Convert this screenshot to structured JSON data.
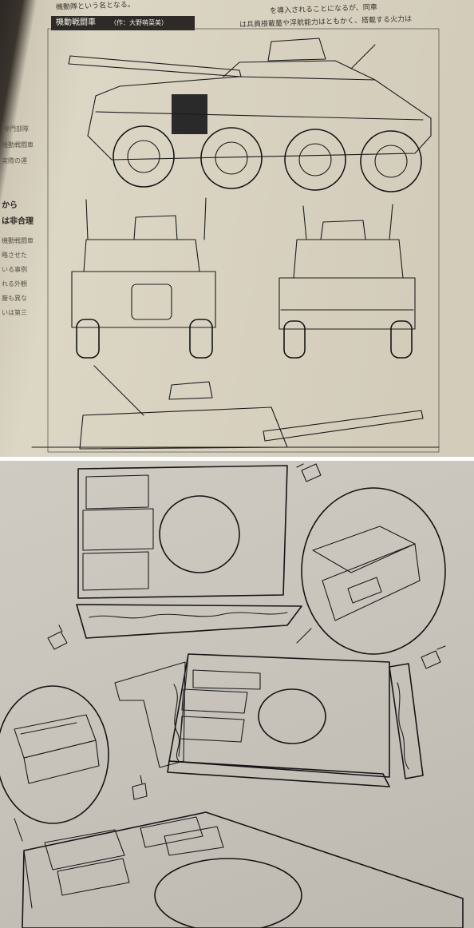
{
  "top_photo": {
    "header_lines": [
      "機動隊という名となる。",
      "を導入されることになるが、同車",
      "は兵員搭載量や浮航能力はともかく、搭載する火力は"
    ],
    "title": "機動戦闘車",
    "credit": "（作：大野萌菜美）",
    "left_column_fragments": [
      "専門部隊",
      "機動戦闘車",
      "実際の運",
      "から",
      "は非合理",
      "機動戦闘車",
      "略させた",
      "いる事例",
      "れる外観",
      "厳も異な",
      "いは第三"
    ]
  },
  "bottom_photo": {
    "subject": "hand-drawn assembly sketch"
  }
}
